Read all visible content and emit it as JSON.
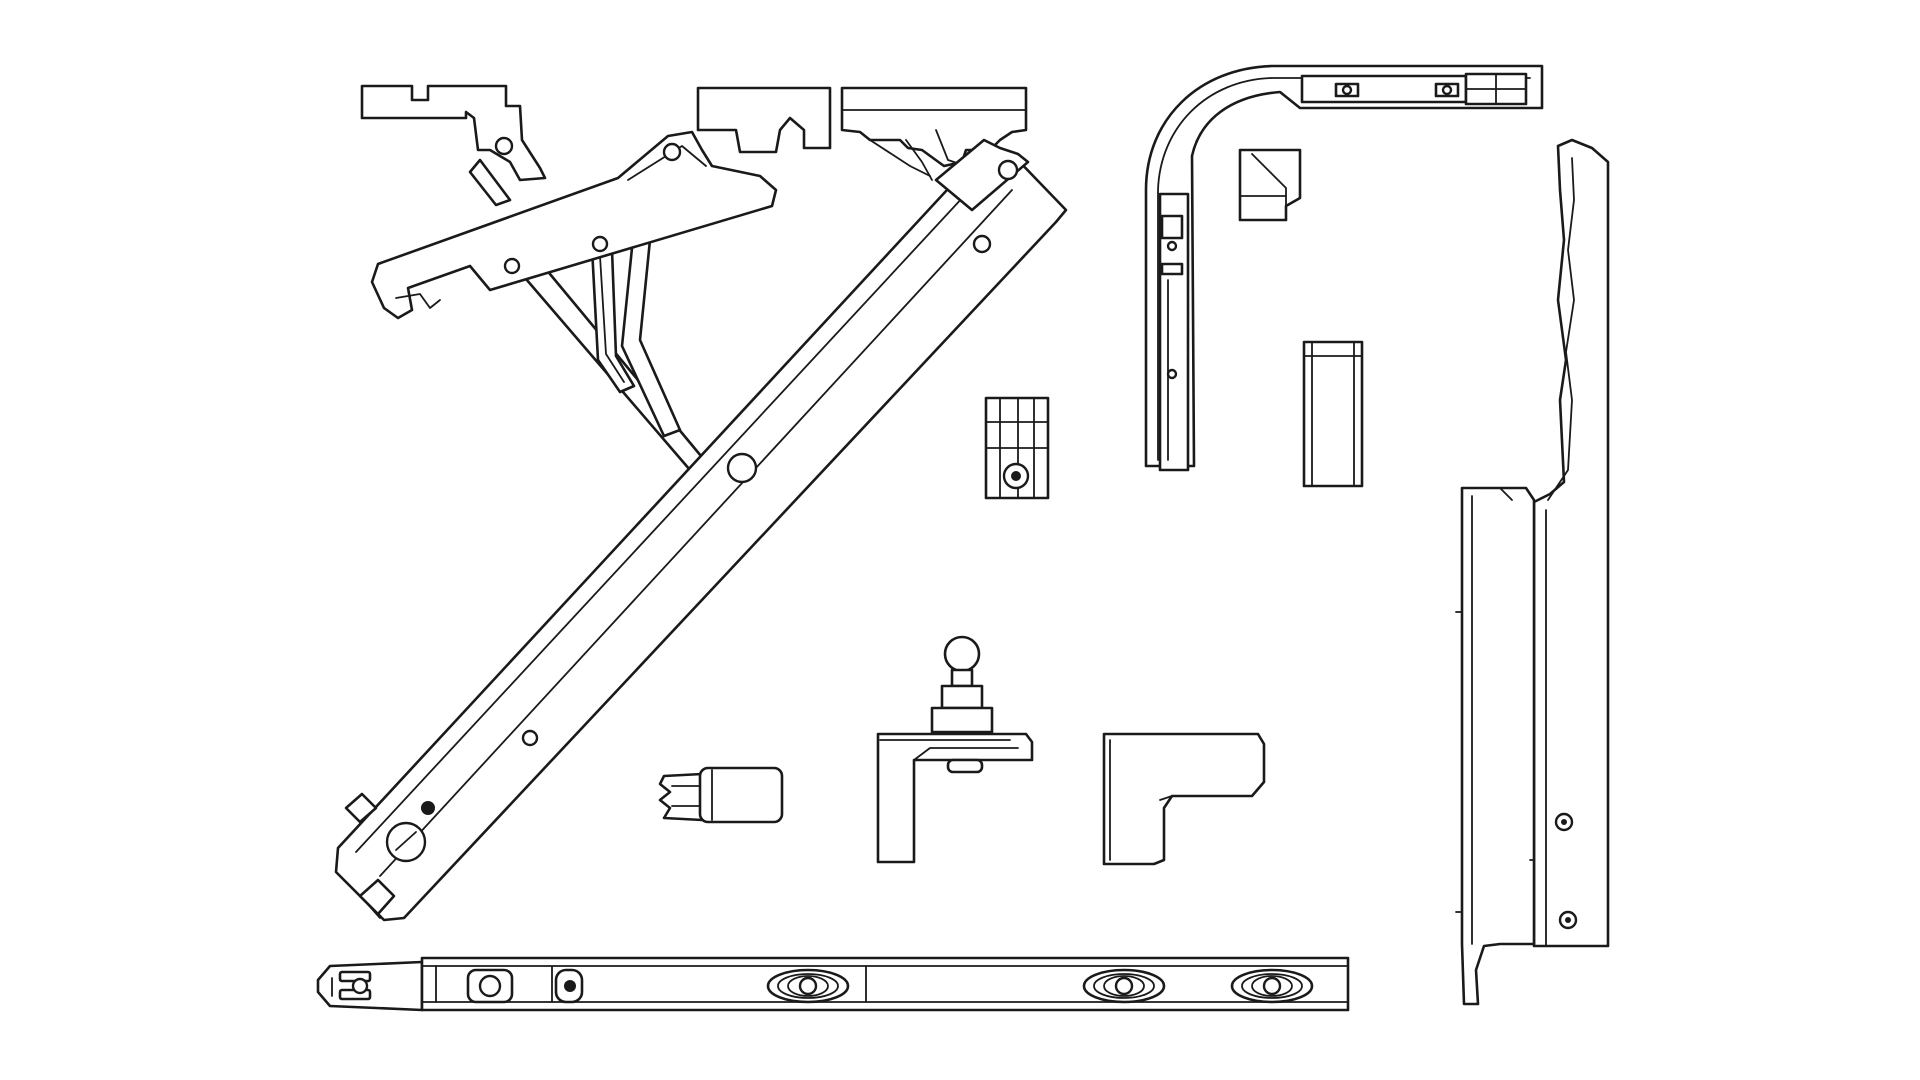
{
  "figure": {
    "background": "#ffffff",
    "line_color": "#1a1a1a",
    "parts": [
      {
        "id": "stay-arm-assembly",
        "kind": "hinge-stay-with-linkage"
      },
      {
        "id": "bottom-slide-track",
        "kind": "slide-track"
      },
      {
        "id": "curved-corner-track",
        "kind": "corner-track"
      },
      {
        "id": "corner-cap",
        "kind": "cap"
      },
      {
        "id": "tall-profile-bar",
        "kind": "profile-bar"
      },
      {
        "id": "short-channel",
        "kind": "channel"
      },
      {
        "id": "sliding-block",
        "kind": "block"
      },
      {
        "id": "ball-stud-bracket",
        "kind": "bracket"
      },
      {
        "id": "clip-plug",
        "kind": "clip"
      },
      {
        "id": "l-bracket",
        "kind": "bracket"
      },
      {
        "id": "long-vertical-stay",
        "kind": "stay"
      }
    ]
  }
}
